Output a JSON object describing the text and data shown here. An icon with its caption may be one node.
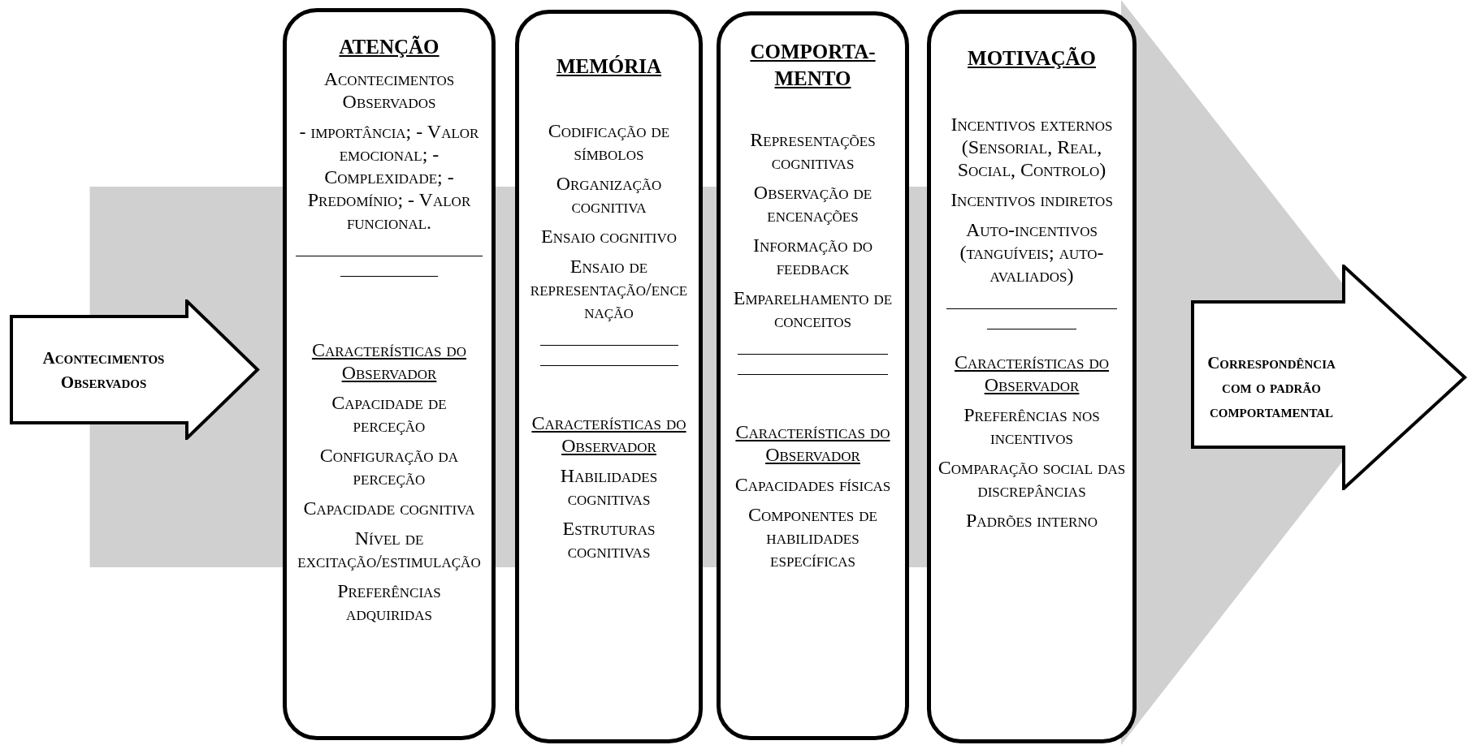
{
  "diagram": {
    "nodes": [
      {
        "text": [
          "Acontecimentos Observados"
        ]
      },
      {
        "text": [
          "ATENÇÃO",
          "Acontecimentos Observados",
          "- importância; - Valor emocional; - Complexidade; - Predomínio; - Valor funcional.",
          "Características do Observador",
          "Capacidade de perceção",
          "Configuração da perceção",
          "Capacidade cognitiva",
          "Nível de excitação/estimulação",
          "Preferências adquiridas"
        ]
      },
      {
        "text": [
          "MEMÓRIA",
          "Codificação de símbolos",
          "Organização cognitiva",
          "Ensaio cognitivo",
          "Ensaio de representação/encenação",
          "Características do Observador",
          "Habilidades cognitivas",
          "Estruturas cognitivas"
        ]
      },
      {
        "text": [
          "COMPORTA- MENTO",
          "Representações cognitivas",
          "Observação de encenações",
          "Informação do feedback",
          "Emparelhamento de conceitos",
          "Características do Observador",
          "Capacidades físicas",
          "Componentes de habilidades específicas"
        ]
      },
      {
        "text": [
          "MOTIVAÇÃO",
          "Incentivos externos (Sensorial, Real, Social, Controlo)",
          "Incentivos indiretos",
          "Auto-incentivos (tanguíveis; auto-avaliados)",
          "Características do Observador",
          "Preferências nos incentivos",
          "Comparação social das discrepâncias",
          "Padrões interno"
        ]
      },
      {
        "text": [
          "Correspondência com o padrão comportamental"
        ]
      }
    ],
    "edges": [
      {
        "from": 0,
        "to": 5,
        "arrow": "to"
      }
    ]
  }
}
